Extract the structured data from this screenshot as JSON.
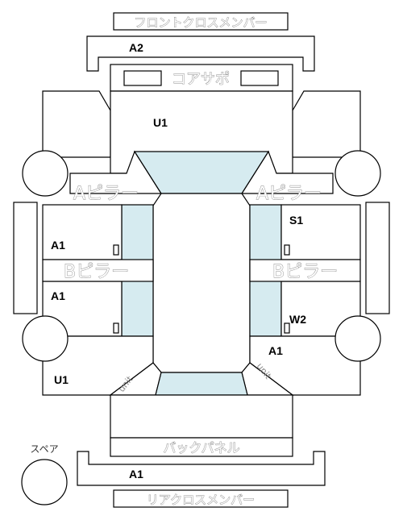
{
  "labels": {
    "front_cross_member": "フロントクロスメンバー",
    "core_support": "コアサポ",
    "a_pillar_left": "Aピラー",
    "a_pillar_right": "Aピラー",
    "b_pillar_left": "Bピラー",
    "b_pillar_right": "Bピラー",
    "back_panel": "バックパネル",
    "rear_cross_member": "リアクロスメンバー",
    "spare": "スペア",
    "unit_left": "unit",
    "unit_right": "unit"
  },
  "codes": {
    "front_cross_member": "A2",
    "front_floor": "U1",
    "right_front_door": "S1",
    "left_front_door": "A1",
    "left_rear_door": "A1",
    "right_rear_door": "W2",
    "right_rear_fender": "A1",
    "left_rear_fender": "U1",
    "rear_cross_member": "A1"
  },
  "colors": {
    "outline": "#000000",
    "glass": "#d6ebf0",
    "label_gray": "#8a8a8a"
  }
}
